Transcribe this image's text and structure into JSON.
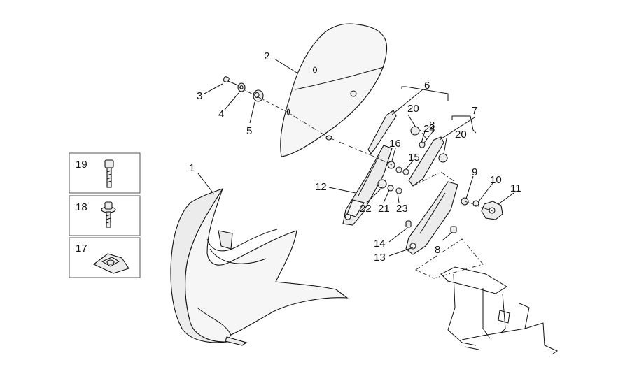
{
  "labels": {
    "p1": "1",
    "p2": "2",
    "p3": "3",
    "p4": "4",
    "p5": "5",
    "p6": "6",
    "p7": "7",
    "p8a": "8",
    "p8b": "8",
    "p9": "9",
    "p10": "10",
    "p11": "11",
    "p12": "12",
    "p13": "13",
    "p14": "14",
    "p15": "15",
    "p16": "16",
    "p17": "17",
    "p18": "18",
    "p19": "19",
    "p20a": "20",
    "p20b": "20",
    "p21": "21",
    "p22": "22",
    "p23": "23",
    "p24": "24"
  }
}
